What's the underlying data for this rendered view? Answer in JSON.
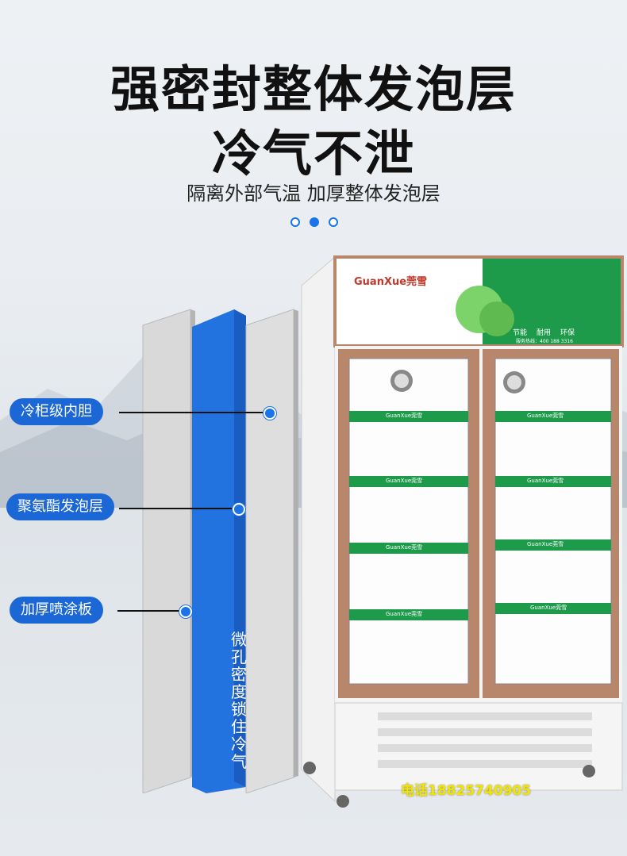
{
  "headline": {
    "line1": "强密封整体发泡层",
    "line2": "冷气不泄"
  },
  "subtitle": "隔离外部气温 加厚整体发泡层",
  "labels": {
    "inner_liner": "冷柜级内胆",
    "foam_layer": "聚氨酯发泡层",
    "spray_board": "加厚喷涂板"
  },
  "vertical_text": "微孔密度锁住冷气",
  "fridge": {
    "brand": "GuanXue莞雪",
    "tags": [
      "节能",
      "耐用",
      "环保"
    ],
    "service": "服务热线：400 188 3316",
    "shelf_tag": "GuanXue莞雪"
  },
  "phone": "电话18825740905",
  "colors": {
    "accent_blue": "#1b67d6",
    "door_frame": "#b8866a",
    "fridge_green": "#1e9a4b"
  }
}
